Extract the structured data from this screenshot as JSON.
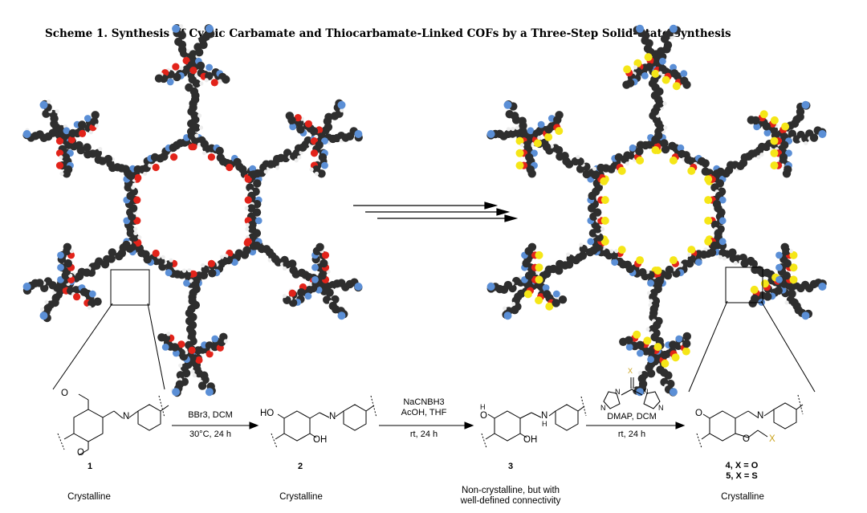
{
  "title": "Scheme 1. Synthesis of Cyclic Carbamate and Thiocarbamate-Linked COFs by a Three-Step Solid-State Synthesis",
  "colors": {
    "carbon": "#2e2e2e",
    "nitrogen": "#5b8fd6",
    "oxygen": "#e2231a",
    "sulfur": "#f5e617",
    "hydrogen": "#eeeeee"
  },
  "compounds": [
    {
      "number": "1",
      "label": "Crystalline"
    },
    {
      "number": "2",
      "label": "Crystalline"
    },
    {
      "number": "3",
      "label_line1": "Non-crystalline, but with",
      "label_line2": "well-defined connectivity"
    },
    {
      "number_line1": "4, X = O",
      "number_line2": "5, X = S",
      "label": "Crystalline"
    }
  ],
  "steps": [
    {
      "top": "BBr3, DCM",
      "bottom": "30°C, 24 h"
    },
    {
      "top1": "NaCNBH3",
      "top2": "AcOH, THF",
      "bottom": "rt, 24 h"
    },
    {
      "top": "DMAP, DCM",
      "bottom": "rt, 24 h"
    }
  ],
  "atoms": {
    "cmpd1": [
      "O",
      "O",
      "N"
    ],
    "cmpd2": [
      "HO",
      "OH",
      "N"
    ],
    "cmpd3": [
      "H",
      "O",
      "OH",
      "N",
      "H"
    ],
    "cmpd4": [
      "O",
      "N",
      "O",
      "X"
    ],
    "reagent": [
      "X",
      "N",
      "N",
      "N",
      "N"
    ]
  }
}
